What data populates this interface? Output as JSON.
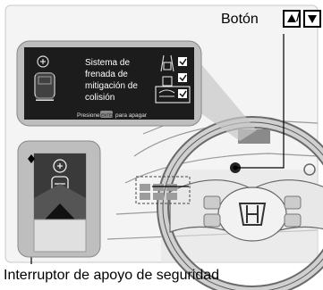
{
  "callouts": {
    "button_label": "Botón",
    "button_separator": "/",
    "switch_label": "Interruptor de apoyo de seguridad"
  },
  "display": {
    "lines": [
      "Sistema de",
      "frenada de",
      "mitigación de",
      "colisión"
    ],
    "footer_before": "Presione",
    "footer_button": "ENTER",
    "footer_after": "para apagar"
  },
  "icons": {
    "up": "triangle-up-icon",
    "down": "triangle-down-icon",
    "vehicle": "vehicle-collision-icon",
    "safety": "safety-support-icon",
    "check": "checkbox-checked-icon"
  },
  "colors": {
    "callout_fill": "#bebebe",
    "screen": "#1c1c1c",
    "dash": "#dcdcdc",
    "accent_line": "#000000"
  }
}
